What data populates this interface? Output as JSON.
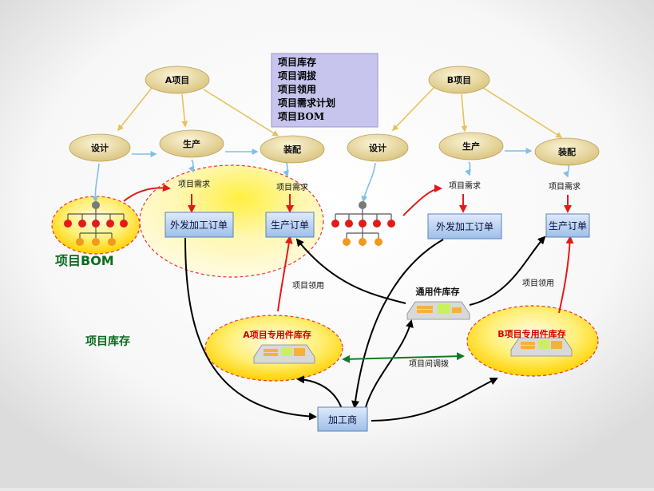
{
  "legend": {
    "lines": [
      "项目库存",
      "项目调拔",
      "项目领用",
      "项目需求计划",
      "项目BOM"
    ]
  },
  "nodes": {
    "a_project": "A项目",
    "b_project": "B项目",
    "a_design": "设计",
    "a_production": "生产",
    "a_assembly": "装配",
    "b_design": "设计",
    "b_production": "生产",
    "b_assembly": "装配"
  },
  "labels": {
    "a_prod_demand": "项目需求",
    "a_asm_demand": "项目需求",
    "b_prod_demand": "项目需求",
    "b_asm_demand": "项目需求",
    "a_issue": "项目领用",
    "b_issue": "项目领用",
    "transfer": "项目间调拨"
  },
  "boxes": {
    "a_outsource": "外发加工订单",
    "a_production_order": "生产订单",
    "b_outsource": "外发加工订单",
    "b_production_order": "生产订单",
    "processor": "加工商"
  },
  "stocks": {
    "common": "通用件库存",
    "a_dedicated": "A项目专用件库存",
    "b_dedicated": "B项目专用件库存"
  },
  "captions": {
    "project_bom": "项目BOM",
    "project_stock": "项目库存"
  },
  "colors": {
    "node_fill": "#eadca2",
    "box_fill": "#b5d0f0",
    "legend_fill": "#c7c5ee",
    "highlight": "#ffd400",
    "arrow_red": "#e31a1a",
    "arrow_blue": "#7ec0e8",
    "arrow_green": "#127a27",
    "arrow_tan": "#e8c25a"
  }
}
